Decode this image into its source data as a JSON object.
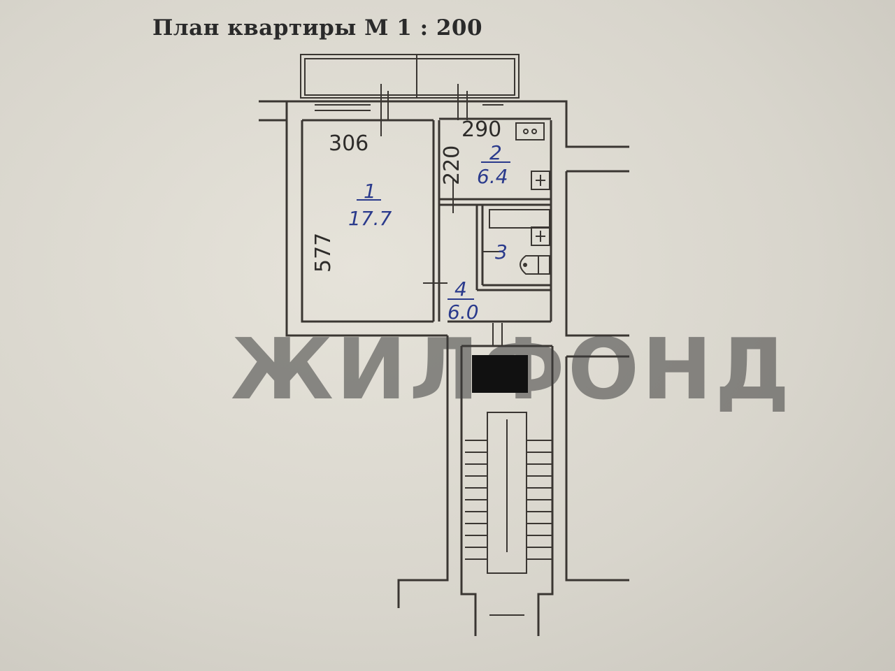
{
  "title": "План квартиры М 1 : 200",
  "dimensions": {
    "room1_width": "306",
    "room1_length": "577",
    "room2_width": "290",
    "room2_length": "220"
  },
  "rooms": [
    {
      "number": "1",
      "area": "17.7"
    },
    {
      "number": "2",
      "area": "6.4"
    },
    {
      "number": "3",
      "area": ""
    },
    {
      "number": "4",
      "area": "6.0"
    }
  ],
  "watermark": "ЖИЛФОНД",
  "colors": {
    "annotation": "#2a3a8c",
    "ink": "#3a3632"
  }
}
